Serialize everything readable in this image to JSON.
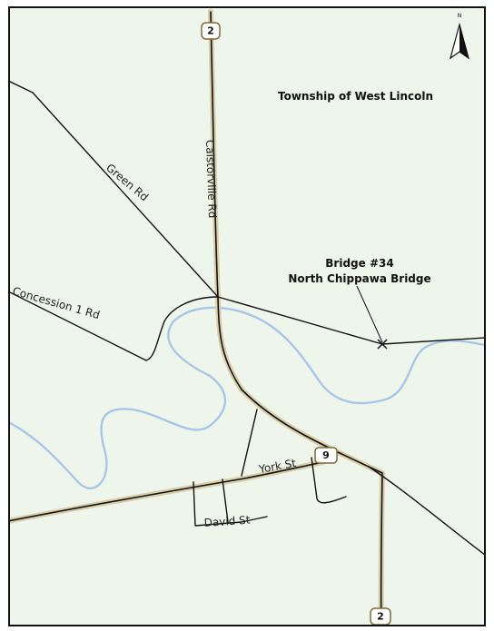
{
  "map": {
    "area_label": "Township of West Lincoln",
    "bridge": {
      "name_line1": "Bridge #34",
      "name_line2": "North Chippawa Bridge"
    },
    "roads": {
      "caistorville": "Caistorville Rd",
      "green": "Green Rd",
      "concession": "Concession 1 Rd",
      "york": "York St",
      "david": "David St"
    },
    "shields": {
      "top": "2",
      "bottom": "2",
      "york": "9"
    },
    "north_label": "N",
    "colors": {
      "background": "#eef5ea",
      "river": "#a8c7e6",
      "road_casing": "#d9cfaa",
      "road": "#111111"
    }
  }
}
